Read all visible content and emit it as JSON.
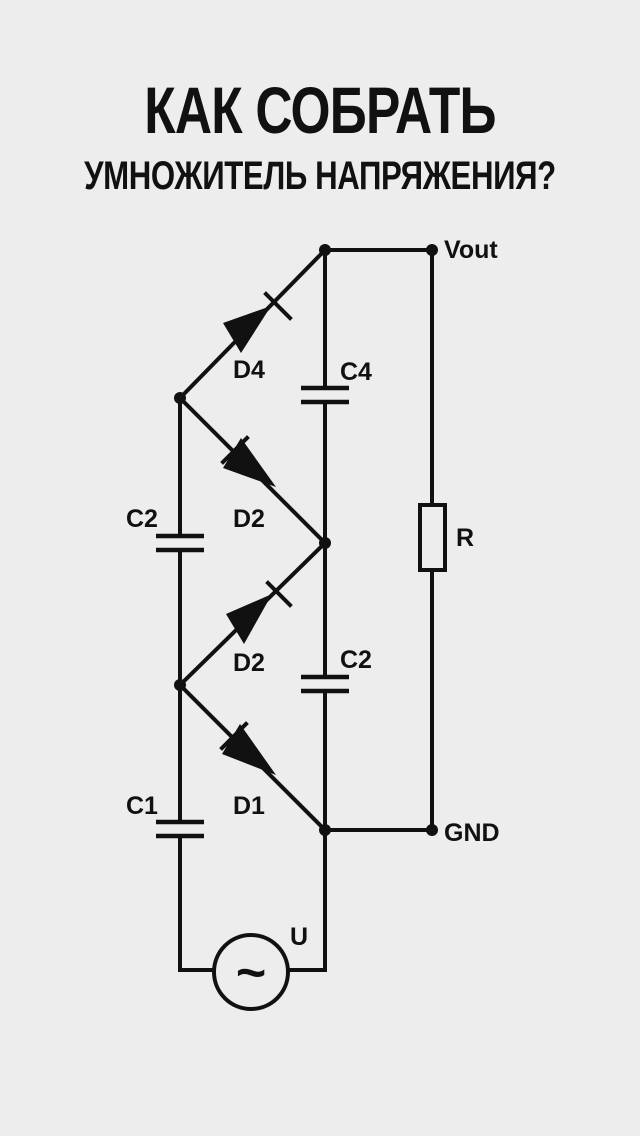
{
  "title": {
    "line1": "КАК СОБРАТЬ",
    "line2": "УМНОЖИТЕЛЬ НАПРЯЖЕНИЯ?"
  },
  "labels": {
    "vout": "Vout",
    "gnd": "GND",
    "resistor": "R",
    "source": "U",
    "source_symbol": "~",
    "d4": "D4",
    "d2_upper": "D2",
    "d2_lower": "D2",
    "d1": "D1",
    "c4": "C4",
    "c2_left": "C2",
    "c2_right": "C2",
    "c1": "C1"
  }
}
